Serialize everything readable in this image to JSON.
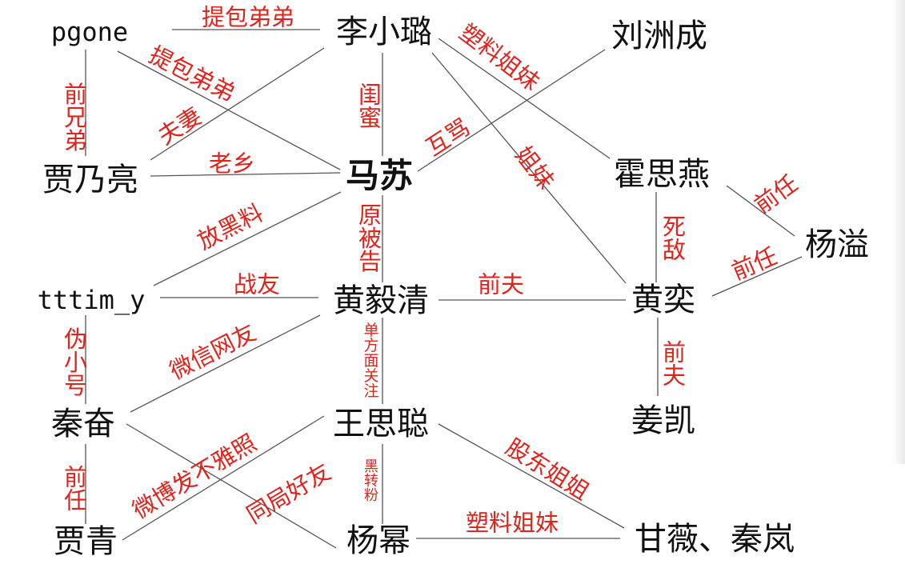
{
  "nodes": {
    "pgone": "pgone",
    "li_xiaolu": "李小璐",
    "liu_zhoucheng": "刘洲成",
    "jia_nailiang": "贾乃亮",
    "ma_su": "马苏",
    "huo_siyan": "霍思燕",
    "yang_yi": "杨溢",
    "tttim_y": "tttim_y",
    "huang_yiqing": "黄毅清",
    "huang_yi": "黄奕",
    "qin_fen": "秦奋",
    "wang_sicong": "王思聪",
    "jiang_kai": "姜凯",
    "jia_qing": "贾青",
    "yang_mi": "杨幂",
    "gan_wei_qin_lan": "甘薇、秦岚"
  },
  "labels": {
    "pgone_li_xiaolu": "提包弟弟",
    "pgone_ma_su": "提包弟弟",
    "pgone_jia_nailiang": "前兄弟",
    "jia_nailiang_li_xiaolu": "夫妻",
    "jia_nailiang_ma_su": "老乡",
    "li_xiaolu_ma_su": "闺蜜",
    "li_xiaolu_huo_siyan": "塑料姐妹",
    "li_xiaolu_huang_yi": "姐妹",
    "ma_su_liu_zhoucheng": "互骂",
    "ma_su_huang_yiqing": "原被告",
    "ma_su_tttim_y": "放黑料",
    "huo_siyan_yang_yi": "前任",
    "huo_siyan_huang_yi": "死敌",
    "huang_yi_yang_yi": "前任",
    "huang_yiqing_huang_yi": "前夫",
    "tttim_y_huang_yiqing": "战友",
    "tttim_y_qin_fen": "伪小号",
    "huang_yiqing_qin_fen": "微信网友",
    "huang_yiqing_wang_sicong": "单方面关注",
    "huang_yi_jiang_kai": "前夫",
    "qin_fen_jia_qing": "前任",
    "qin_fen_yang_mi": "同局好友",
    "wang_sicong_jia_qing": "微博发不雅照",
    "wang_sicong_yang_mi": "黑转粉",
    "wang_sicong_gan_wei": "股东姐姐",
    "yang_mi_gan_wei": "塑料姐妹"
  },
  "colors": {
    "line": "#555555",
    "label": "#e0241c",
    "text": "#111111",
    "background": "#ffffff"
  }
}
